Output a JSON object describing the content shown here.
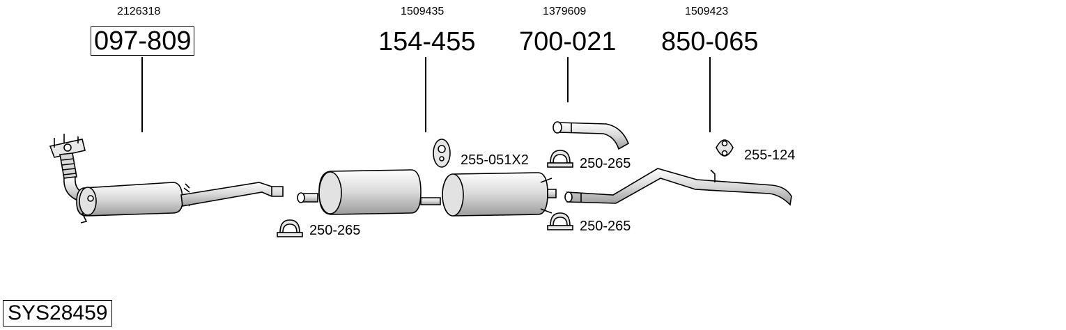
{
  "system": {
    "code": "SYS28459"
  },
  "parts": [
    {
      "oem": "2126318",
      "number": "097-809"
    },
    {
      "oem": "1509435",
      "number": "154-455"
    },
    {
      "oem": "1379609",
      "number": "700-021"
    },
    {
      "oem": "1509423",
      "number": "850-065"
    }
  ],
  "accessories": [
    {
      "label": "250-265"
    },
    {
      "label": "255-051X2"
    },
    {
      "label": "250-265"
    },
    {
      "label": "250-265"
    },
    {
      "label": "255-124"
    }
  ],
  "colors": {
    "line": "#000000",
    "fill_light": "#e6e6e6",
    "fill_mid": "#cfcfcf"
  },
  "icons": {
    "clamp": "pipe-clamp-icon",
    "hanger": "rubber-hanger-icon"
  }
}
